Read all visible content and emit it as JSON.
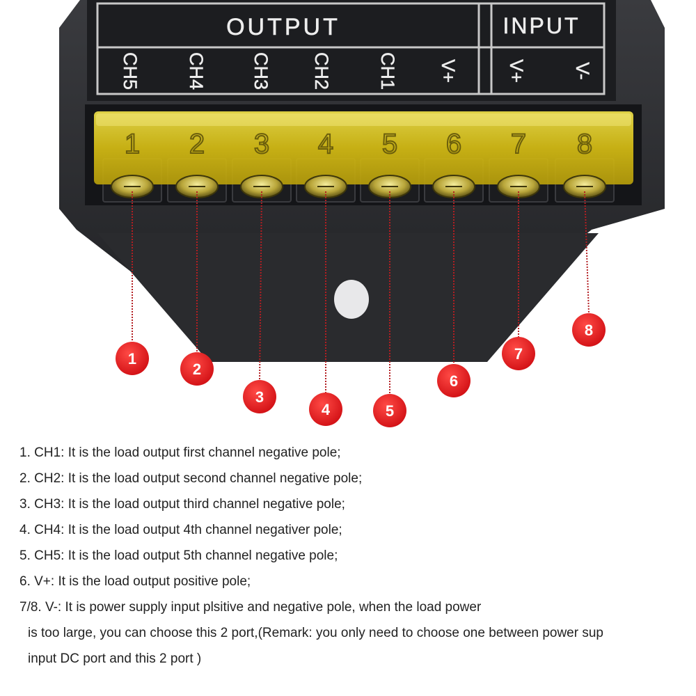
{
  "device": {
    "output_label": "OUTPUT",
    "input_label": "INPUT",
    "output_channels": [
      "CH5",
      "CH4",
      "CH3",
      "CH2",
      "CH1",
      "V+"
    ],
    "input_channels": [
      "V+",
      "V-"
    ],
    "terminal_numbers": [
      "1",
      "2",
      "3",
      "4",
      "5",
      "6",
      "7",
      "8"
    ]
  },
  "callouts": [
    "1",
    "2",
    "3",
    "4",
    "5",
    "6",
    "7",
    "8"
  ],
  "descriptions": [
    "1. CH1: It is the load output first channel negative pole;",
    "2. CH2: It is the load output second channel negative pole;",
    "3. CH3: It is the load output third channel negative pole;",
    "4. CH4: It is the load output 4th channel negativer pole;",
    "5. CH5: It is the load output 5th channel negative pole;",
    "6. V+: It is the load output positive pole;",
    "7/8. V-: It is power supply input plsitive and negative pole, when the load power",
    "is too large, you can choose this 2 port,(Remark: you only need to choose one between power sup",
    "input DC port and this 2 port )"
  ],
  "colors": {
    "housing": "#2b2c2f",
    "panel": "#1c1d20",
    "terminal_cover": "#d9c21a",
    "callout_red": "#e2141a",
    "leader": "#b31e22"
  }
}
